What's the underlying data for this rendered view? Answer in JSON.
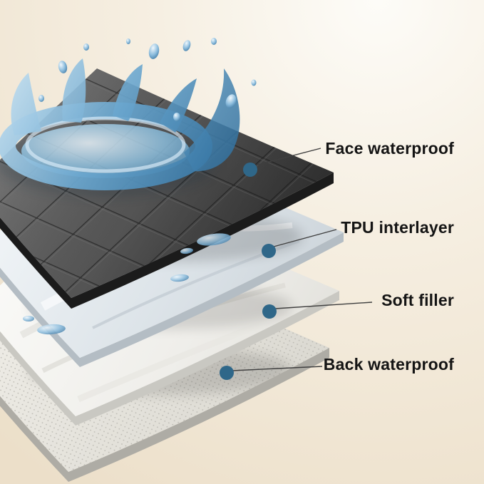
{
  "callouts": [
    {
      "label": "Face waterproof"
    },
    {
      "label": "TPU interlayer"
    },
    {
      "label": "Soft filler"
    },
    {
      "label": "Back waterproof"
    }
  ],
  "colors": {
    "dot": "#2f6789",
    "line": "#3f3f3f",
    "text": "#141414"
  }
}
